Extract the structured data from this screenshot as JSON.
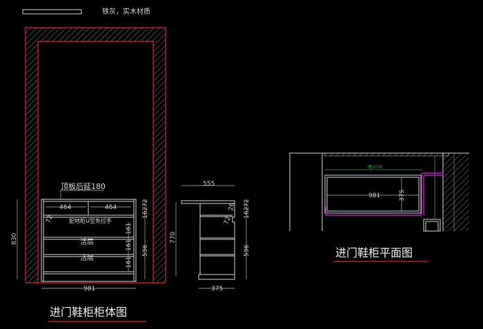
{
  "legend": {
    "material_text": "铁灰，实木材质"
  },
  "front_view": {
    "top_note": "顶板后延180",
    "drawer_widths": [
      "464",
      "464"
    ],
    "handle_note": "配地柜U型免拉手",
    "handle_height": "72",
    "shelf_labels": [
      "活层",
      "活层"
    ],
    "shelf_spacings": [
      "161",
      "161",
      "161"
    ],
    "right_dims": [
      "72",
      "162",
      "596"
    ],
    "height": "830",
    "width": "981",
    "title": "进门鞋柜柜体图"
  },
  "side_view": {
    "top_depth": "555",
    "height": "770",
    "depth": "375",
    "offset": "26",
    "handle_height": "72",
    "right_dims": [
      "72",
      "162",
      "596"
    ]
  },
  "plan_view": {
    "wall_dim": "墙1030",
    "width": "981",
    "depth": "375",
    "title": "进门鞋柜平面图"
  },
  "colors": {
    "wall": "#e0202a",
    "cabinet_outline": "#e020e0",
    "dims_green": "#20b040"
  }
}
